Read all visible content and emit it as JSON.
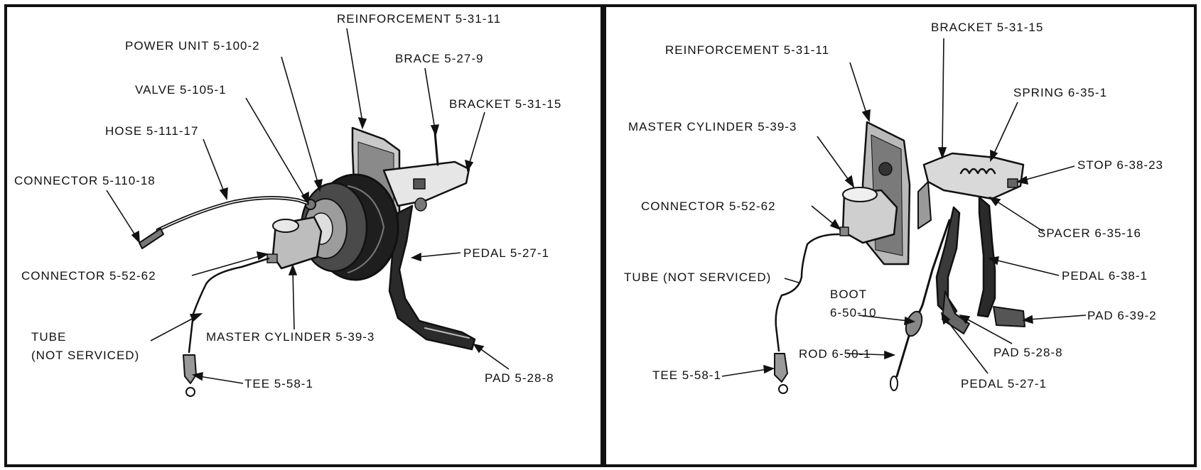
{
  "left_panel": {
    "callouts": {
      "reinforcement": "REINFORCEMENT 5-31-11",
      "power_unit": "POWER UNIT 5-100-2",
      "brace": "BRACE 5-27-9",
      "valve": "VALVE 5-105-1",
      "bracket": "BRACKET 5-31-15",
      "hose": "HOSE 5-111-17",
      "connector_hose": "CONNECTOR 5-110-18",
      "pedal": "PEDAL 5-27-1",
      "connector_line": "CONNECTOR 5-52-62",
      "tube_line1": "TUBE",
      "tube_line2": "(NOT SERVICED)",
      "master_cylinder": "MASTER CYLINDER 5-39-3",
      "tee": "TEE 5-58-1",
      "pad": "PAD 5-28-8"
    }
  },
  "right_panel": {
    "callouts": {
      "bracket": "BRACKET 5-31-15",
      "reinforcement": "REINFORCEMENT 5-31-11",
      "spring": "SPRING 6-35-1",
      "master_cylinder": "MASTER CYLINDER 5-39-3",
      "stop": "STOP 6-38-23",
      "connector": "CONNECTOR 5-52-62",
      "spacer": "SPACER 6-35-16",
      "pedal_upper": "PEDAL 6-38-1",
      "tube": "TUBE (NOT SERVICED)",
      "boot_line1": "BOOT",
      "boot_line2": "6-50-10",
      "pad_upper": "PAD 6-39-2",
      "pad_lower": "PAD 5-28-8",
      "rod": "ROD 6-50-1",
      "tee": "TEE 5-58-1",
      "pedal_lower": "PEDAL 5-27-1"
    }
  }
}
